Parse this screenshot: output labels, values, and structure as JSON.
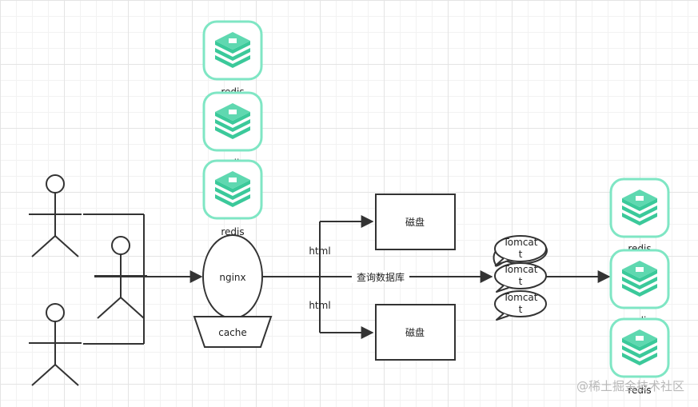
{
  "labels": {
    "redis": "redis",
    "nginx": "nginx",
    "cache": "cache",
    "html": "html",
    "disk": "磁盘",
    "query_db": "查询数据库",
    "tomcat_line1": "Tomcat",
    "tomcat_line2": "t"
  },
  "watermark": "@稀土掘金技术社区",
  "colors": {
    "redis_border": "#6ee7c0",
    "redis_fill": "#33c48f",
    "line": "#333333"
  },
  "icons": {
    "user": "stick-figure-user-icon",
    "redis": "redis-stack-icon"
  }
}
